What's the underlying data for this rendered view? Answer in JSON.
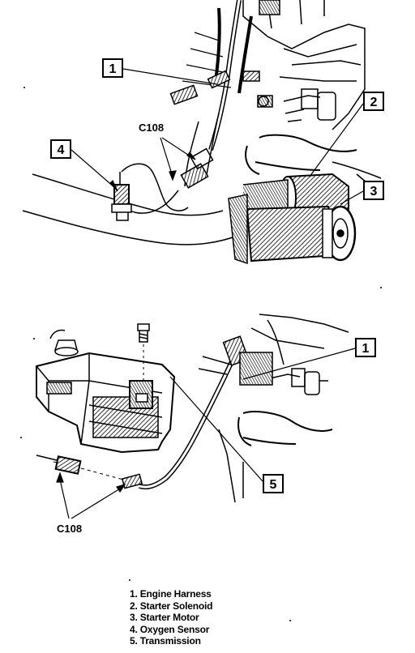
{
  "top_view": {
    "callouts": [
      {
        "id": "engine-harness",
        "label": "1"
      },
      {
        "id": "starter-solenoid",
        "label": "2"
      },
      {
        "id": "starter-motor",
        "label": "3"
      },
      {
        "id": "oxygen-sensor",
        "label": "4"
      }
    ],
    "connector_label": "C108"
  },
  "bottom_view": {
    "callouts": [
      {
        "id": "engine-harness",
        "label": "1"
      },
      {
        "id": "transmission",
        "label": "5"
      }
    ],
    "connector_label": "C108"
  },
  "legend": [
    "1. Engine Harness",
    "2. Starter Solenoid",
    "3. Starter Motor",
    "4. Oxygen Sensor",
    "5. Transmission"
  ]
}
